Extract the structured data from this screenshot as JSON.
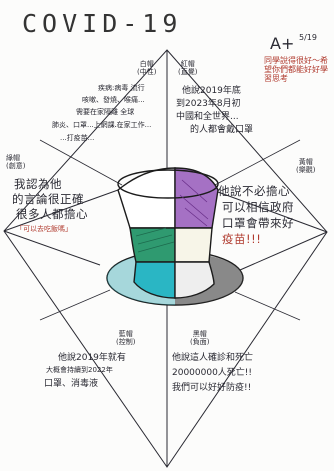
{
  "title": "COVID-19",
  "grade": "A+",
  "date": "5/19",
  "teacher_comment": "同學說得很好～希望你們都能好好學習思考",
  "segments": {
    "top": {
      "label": "白帽\n(中性)",
      "lines": [
        "疾病:病毒 流行",
        "咳嗽、發燒、喉痛...",
        "需要在家隔離 全球",
        "肺炎、口罩...上網課...",
        "...在家工作...",
        "...打疫苗..."
      ]
    },
    "upper_right": {
      "label": "紅帽\n(直覺)",
      "lines": [
        "他說2019年底",
        "到2023年8月初",
        "中國和全世界...",
        "的人都會戴口罩"
      ]
    },
    "left": {
      "label": "綠帽\n(創意)",
      "lines": [
        "我認為他",
        "的言論很正確",
        "很多人都擔心",
        "「可以去吃飯嗎」"
      ]
    },
    "right": {
      "label": "黃帽\n(樂觀)",
      "lines": [
        "他說不必擔心",
        "可以相信政府",
        "口罩會帶來好",
        "疫苗!!!"
      ]
    },
    "lower_left": {
      "label": "藍帽\n(控制)",
      "lines": [
        "他說2019年就有",
        "大概會持續到2022年",
        "口罩、消毒液"
      ]
    },
    "lower_right": {
      "label": "黑帽\n(負面)",
      "lines": [
        "他說這人確診和死亡",
        "20000000人死亡!!",
        "我們可以好好防疫!!"
      ]
    }
  },
  "colors": {
    "ink": "#2a2a33",
    "purple": "#8a4aa8",
    "green": "#2f8f6a",
    "teal": "#2ab6c4",
    "black": "#1c1c1c",
    "red_ink": "#b03a2e"
  }
}
